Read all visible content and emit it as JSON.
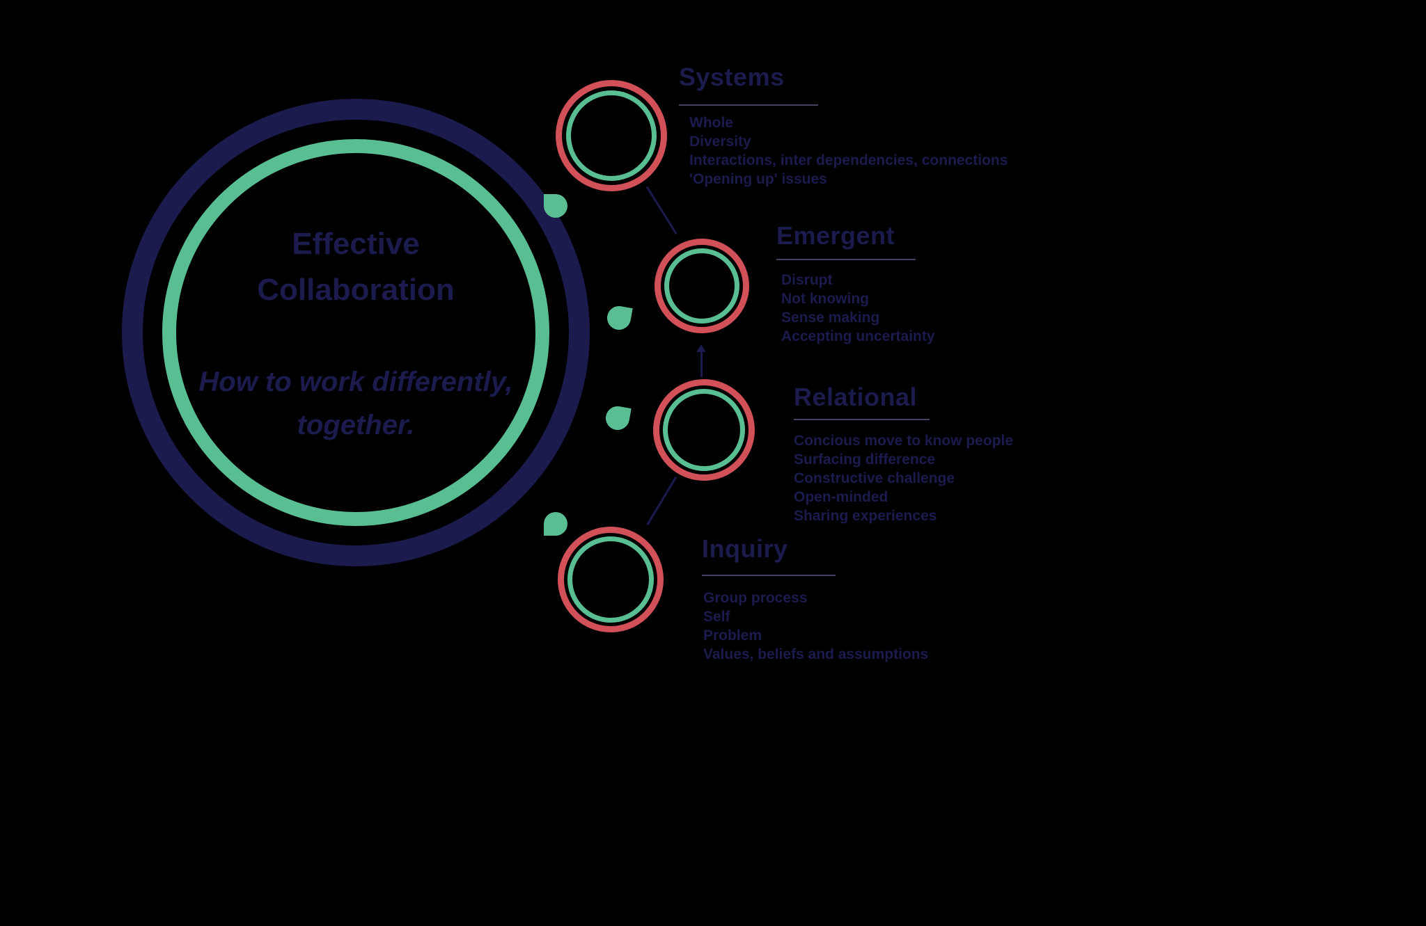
{
  "main_circle": {
    "title_line1": "Effective",
    "title_line2": "Collaboration",
    "subtitle_line1": "How to work differently,",
    "subtitle_line2": "together."
  },
  "sections": [
    {
      "title": "Systems",
      "items": [
        "Whole",
        "Diversity",
        "Interactions, inter dependencies, connections",
        "'Opening up' issues"
      ]
    },
    {
      "title": "Emergent",
      "items": [
        "Disrupt",
        "Not knowing",
        "Sense making",
        "Accepting uncertainty"
      ]
    },
    {
      "title": "Relational",
      "items": [
        "Concious move to know people",
        "Surfacing difference",
        "Constructive challenge",
        "Open-minded",
        "Sharing experiences"
      ]
    },
    {
      "title": "Inquiry",
      "items": [
        "Group process",
        "Self",
        "Problem",
        "Values, beliefs and assumptions"
      ]
    }
  ],
  "colors": {
    "navy": "#1b1b4e",
    "green": "#5abe93",
    "red": "#d25058",
    "background": "#000000",
    "underline": "#44445e"
  }
}
